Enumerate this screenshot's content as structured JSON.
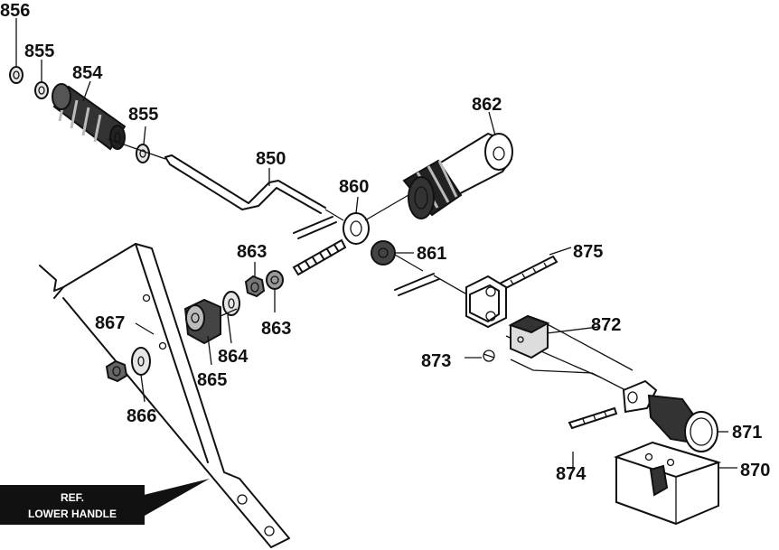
{
  "callouts": {
    "p850": "850",
    "p854": "854",
    "p855a": "855",
    "p855b": "855",
    "p856": "856",
    "p860": "860",
    "p861": "861",
    "p862": "862",
    "p863a": "863",
    "p863b": "863",
    "p864": "864",
    "p865": "865",
    "p866": "866",
    "p867": "867",
    "p870": "870",
    "p871": "871",
    "p872": "872",
    "p873": "873",
    "p874": "874",
    "p875": "875"
  },
  "reference_box": {
    "line1": "REF.",
    "line2": "LOWER HANDLE"
  },
  "colors": {
    "ink": "#111111",
    "background": "#ffffff",
    "part_shade": "#cccccc"
  }
}
